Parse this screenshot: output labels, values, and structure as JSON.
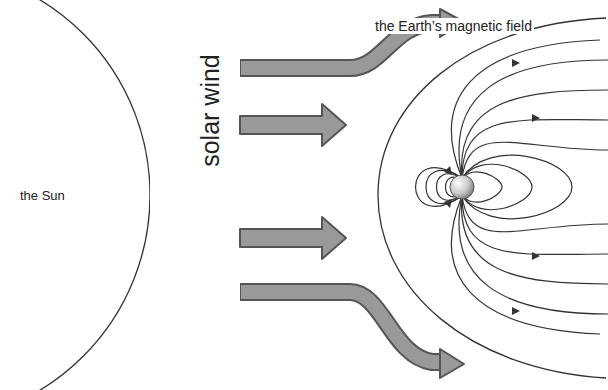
{
  "diagram": {
    "nodes": [
      {
        "text": [
          "the Sun"
        ]
      },
      {
        "text": [
          "the Earth’s magnetic field"
        ]
      }
    ],
    "labels": [
      "solar wind"
    ]
  }
}
